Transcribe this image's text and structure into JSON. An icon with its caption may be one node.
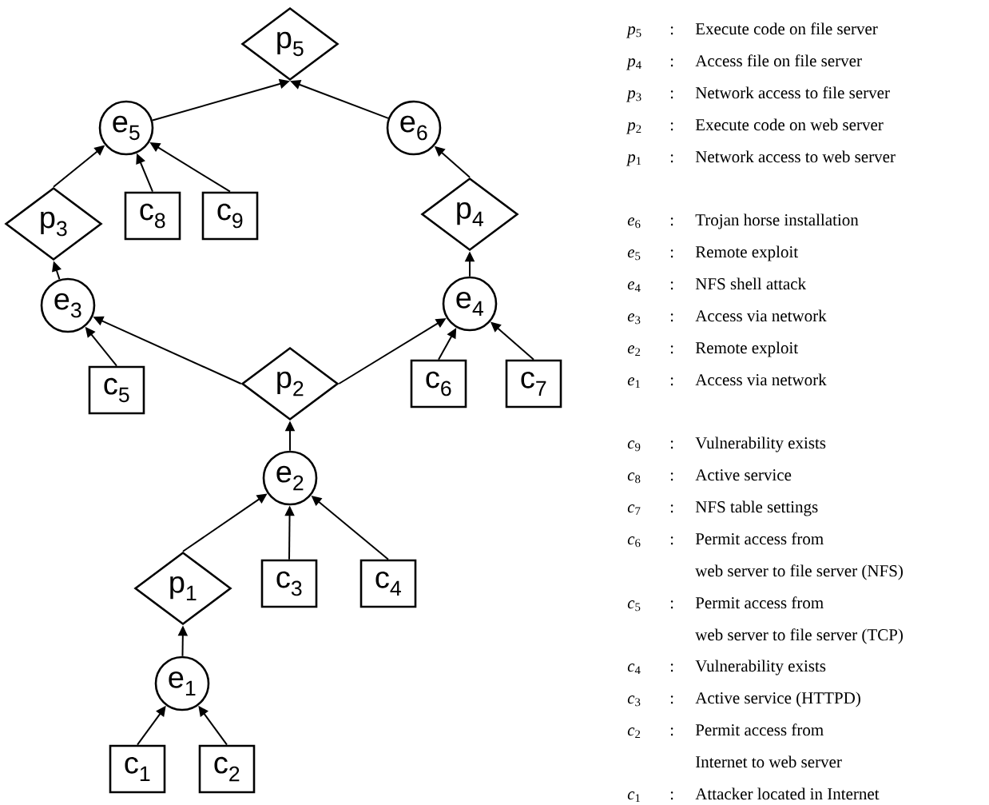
{
  "diagram": {
    "nodes": [
      {
        "text": [
          "p$_{5}$"
        ]
      },
      {
        "text": [
          "e$_{5}$"
        ]
      },
      {
        "text": [
          "e$_{6}$"
        ]
      },
      {
        "text": [
          "p$_{3}$"
        ]
      },
      {
        "text": [
          "c$_{8}$"
        ]
      },
      {
        "text": [
          "c$_{9}$"
        ]
      },
      {
        "text": [
          "p$_{4}$"
        ]
      },
      {
        "text": [
          "e$_{3}$"
        ]
      },
      {
        "text": [
          "e$_{4}$"
        ]
      },
      {
        "text": [
          "c$_{5}$"
        ]
      },
      {
        "text": [
          "p$_{2}$"
        ]
      },
      {
        "text": [
          "c$_{6}$"
        ]
      },
      {
        "text": [
          "c$_{7}$"
        ]
      },
      {
        "text": [
          "e$_{2}$"
        ]
      },
      {
        "text": [
          "p$_{1}$"
        ]
      },
      {
        "text": [
          "c$_{3}$"
        ]
      },
      {
        "text": [
          "c$_{4}$"
        ]
      },
      {
        "text": [
          "e$_{1}$"
        ]
      },
      {
        "text": [
          "c$_{1}$"
        ]
      },
      {
        "text": [
          "c$_{2}$"
        ]
      }
    ],
    "edges": [
      {
        "from": 1,
        "to": 0,
        "arrow": "to"
      },
      {
        "from": 2,
        "to": 0,
        "arrow": "to"
      },
      {
        "from": 3,
        "to": 1,
        "arrow": "to"
      },
      {
        "from": 4,
        "to": 1,
        "arrow": "to"
      },
      {
        "from": 5,
        "to": 1,
        "arrow": "to"
      },
      {
        "from": 6,
        "to": 2,
        "arrow": "to"
      },
      {
        "from": 7,
        "to": 3,
        "arrow": "to"
      },
      {
        "from": 8,
        "to": 6,
        "arrow": "to"
      },
      {
        "from": 9,
        "to": 7,
        "arrow": "to"
      },
      {
        "from": 10,
        "to": 7,
        "arrow": "to"
      },
      {
        "from": 10,
        "to": 8,
        "arrow": "to"
      },
      {
        "from": 11,
        "to": 8,
        "arrow": "to"
      },
      {
        "from": 12,
        "to": 8,
        "arrow": "to"
      },
      {
        "from": 13,
        "to": 10,
        "arrow": "to"
      },
      {
        "from": 14,
        "to": 13,
        "arrow": "to"
      },
      {
        "from": 15,
        "to": 13,
        "arrow": "to"
      },
      {
        "from": 16,
        "to": 13,
        "arrow": "to"
      },
      {
        "from": 17,
        "to": 14,
        "arrow": "to"
      },
      {
        "from": 18,
        "to": 17,
        "arrow": "to"
      },
      {
        "from": 19,
        "to": 17,
        "arrow": "to"
      }
    ],
    "labels": [
      "*p*$_{5}$",
      ":",
      "Execute code on file server",
      "*p*$_{4}$",
      ":",
      "Access file on file server",
      "*p*$_{3}$",
      ":",
      "Network access to file server",
      "*p*$_{2}$",
      ":",
      "Execute code on web server",
      "*p*$_{1}$",
      ":",
      "Network access to web server",
      "*e*$_{6}$",
      ":",
      "Trojan horse installation",
      "*e*$_{5}$",
      ":",
      "Remote exploit",
      "*e*$_{4}$",
      ":",
      "NFS shell attack",
      "*e*$_{3}$",
      ":",
      "Access via network",
      "*e*$_{2}$",
      ":",
      "Remote exploit",
      "*e*$_{1}$",
      ":",
      "Access via network",
      "*c*$_{9}$",
      ":",
      "Vulnerability exists",
      "*c*$_{8}$",
      ":",
      "Active service",
      "*c*$_{7}$",
      ":",
      "NFS table settings",
      "*c*$_{6}$",
      ":",
      "Permit access from",
      "web server to file server (NFS)",
      "*c*$_{5}$",
      ":",
      "Permit access from",
      "web server to file server (TCP)",
      "*c*$_{4}$",
      ":",
      "Vulnerability exists",
      "*c*$_{3}$",
      ":",
      "Active service (HTTPD)",
      "*c*$_{2}$",
      ":",
      "Permit access from",
      "Internet to web server",
      "*c*$_{1}$",
      ":",
      "Attacker located in Internet"
    ]
  }
}
